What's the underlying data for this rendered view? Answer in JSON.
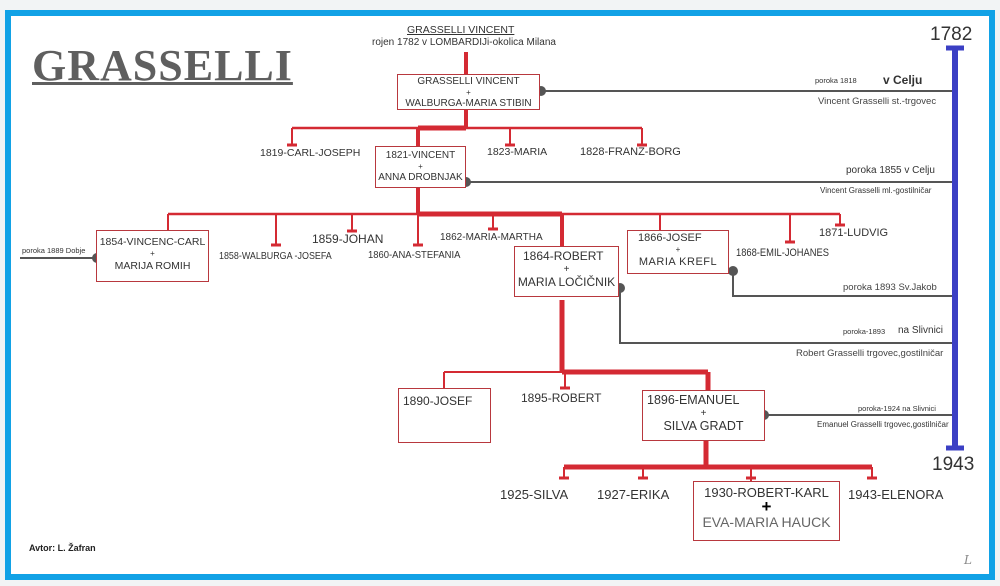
{
  "title": "GRASSELLI",
  "root": {
    "name": "GRASSELLI VINCENT",
    "origin": "rojen 1782 v LOMBARDIJi-okolica Milana"
  },
  "timeline": {
    "start": "1782",
    "end": "1943",
    "color": "#3b3fc4"
  },
  "colors": {
    "frame": "#12a2e6",
    "tree_lines": "#d42a33",
    "marriage_lines": "#555555"
  },
  "generations": [
    {
      "couple": {
        "line1": "GRASSELLI VINCENT",
        "plus": "+",
        "line2": "WALBURGA-MARIA STIBIN"
      },
      "marriage": {
        "small": "poroka 1818",
        "big": "v Celju",
        "note": "Vincent Grasselli st.-trgovec"
      },
      "children": [
        "1819-CARL-JOSEPH",
        "1823-MARIA",
        "1828-FRANZ-BORG"
      ]
    },
    {
      "couple": {
        "line1": "1821-VINCENT",
        "plus": "+",
        "line2": "ANNA DROBNJAK"
      },
      "marriage": {
        "text": "poroka 1855 v Celju",
        "note": "Vincent Grasselli ml.-gostilničar"
      },
      "children": [
        "1858-WALBURGA -JOSEFA",
        "1859-JOHAN",
        "1860-ANA-STEFANIA",
        "1862-MARIA-MARTHA",
        "1868-EMIL-JOHANES",
        "1871-LUDVIG"
      ],
      "married_children": [
        {
          "line1": "1854-VINCENC-CARL",
          "plus": "+",
          "line2": "MARIJA ROMIH",
          "marriage": "poroka 1889 Dobje"
        },
        {
          "line1": "1866-JOSEF",
          "plus": "+",
          "line2": "MARIA KREFL",
          "marriage": "poroka 1893 Sv.Jakob"
        }
      ]
    },
    {
      "couple": {
        "line1": "1864-ROBERT",
        "plus": "+",
        "line2": "MARIA LOČIČNIK"
      },
      "marriage": {
        "small": "poroka-1893",
        "big": "na Slivnici",
        "note": "Robert Grasselli trgovec,gostilničar"
      },
      "children": [
        "1890-JOSEF",
        "1895-ROBERT"
      ]
    },
    {
      "couple": {
        "line1": "1896-EMANUEL",
        "plus": "+",
        "line2": "SILVA GRADT"
      },
      "marriage": {
        "text": "poroka-1924  na Slivnici",
        "note": "Emanuel Grasselli trgovec,gostilničar"
      },
      "children": [
        "1925-SILVA",
        "1927-ERIKA",
        "1943-ELENORA"
      ]
    },
    {
      "couple": {
        "line1": "1930-ROBERT-KARL",
        "plus": "+",
        "line2": "EVA-MARIA HAUCK"
      }
    }
  ],
  "author": "Avtor: L. Žafran",
  "signature": "L"
}
